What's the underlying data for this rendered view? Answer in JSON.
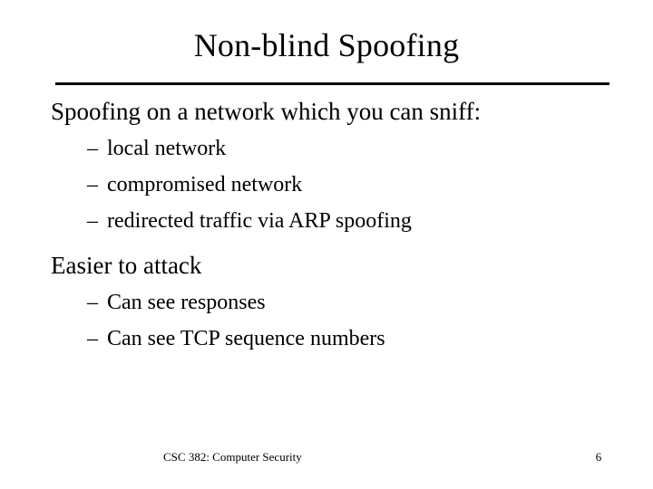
{
  "slide": {
    "title": "Non-blind Spoofing",
    "body": [
      {
        "level1": "Spoofing on a network which you can sniff:",
        "level2": [
          "local network",
          "compromised network",
          "redirected traffic via ARP spoofing"
        ]
      },
      {
        "level1": "Easier to attack",
        "level2": [
          "Can see responses",
          "Can see TCP sequence numbers"
        ]
      }
    ],
    "bullet_marker": "–",
    "footer": {
      "course": "CSC 382: Computer Security",
      "page_number": "6"
    },
    "colors": {
      "background": "#ffffff",
      "text": "#000000",
      "rule": "#000000"
    }
  }
}
